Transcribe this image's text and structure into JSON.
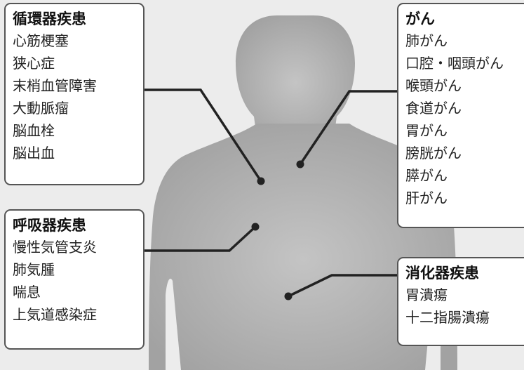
{
  "diagram": {
    "colors": {
      "background": "#ececec",
      "silhouette": "#a9a9a9",
      "silhouette_center": "#c4c4c4",
      "box_border": "#555555",
      "connector": "#222222"
    },
    "boxes": {
      "circulatory": {
        "title": "循環器疾患",
        "items": [
          "心筋梗塞",
          "狭心症",
          "末梢血管障害",
          "大動脈瘤",
          "脳血栓",
          "脳出血"
        ]
      },
      "respiratory": {
        "title": "呼吸器疾患",
        "items": [
          "慢性気管支炎",
          "肺気腫",
          "喘息",
          "上気道感染症"
        ]
      },
      "cancer": {
        "title": "がん",
        "items": [
          "肺がん",
          "口腔・咽頭がん",
          "喉頭がん",
          "食道がん",
          "胃がん",
          "膀胱がん",
          "膵がん",
          "肝がん"
        ]
      },
      "digestive": {
        "title": "消化器疾患",
        "items": [
          "胃潰瘍",
          "十二指腸潰瘍"
        ]
      }
    }
  }
}
